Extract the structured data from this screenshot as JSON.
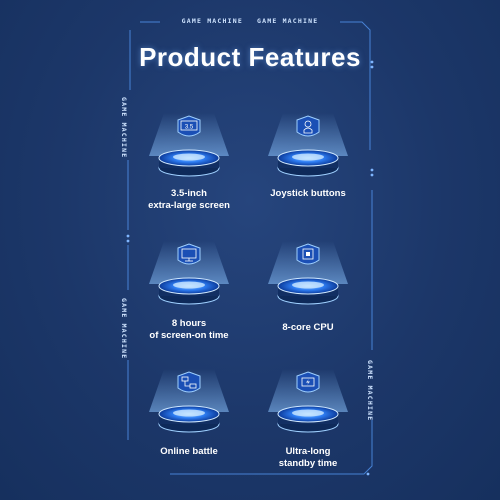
{
  "header": {
    "tags": [
      "GAME MACHINE",
      "GAME MACHINE"
    ],
    "title": "Product Features"
  },
  "side_tags": {
    "left_top": "GAME MACHINE",
    "left_bottom": "GAME MACHINE",
    "right": "GAME MACHINE"
  },
  "features": [
    {
      "line1": "3.5-inch",
      "line2": "extra-large screen",
      "icon": "screen-size-icon",
      "icon_text": "3.5"
    },
    {
      "line1": "Joystick buttons",
      "line2": "",
      "icon": "joystick-icon"
    },
    {
      "line1": "8 hours",
      "line2": "of screen-on time",
      "icon": "monitor-icon"
    },
    {
      "line1": "8-core CPU",
      "line2": "",
      "icon": "cpu-icon"
    },
    {
      "line1": "Online battle",
      "line2": "",
      "icon": "network-icon"
    },
    {
      "line1": "Ultra-long",
      "line2": "standby time",
      "icon": "battery-icon"
    }
  ],
  "colors": {
    "background": "#1c3769",
    "accent": "#3f8cff",
    "glow": "#6fb6ff",
    "text": "#ffffff"
  }
}
